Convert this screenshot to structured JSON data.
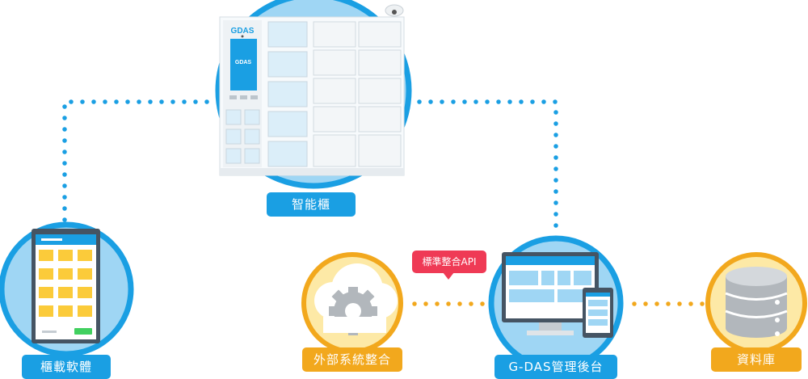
{
  "nodes": {
    "smart_locker": "智能櫃",
    "locker_software": "櫃載軟體",
    "external_integration": "外部系統整合",
    "backend": "G-DAS管理後台",
    "database": "資料庫"
  },
  "api_tag": "標準整合API",
  "logo_text": "GDAS",
  "colors": {
    "blue": "#1a9fe3",
    "blue_light": "#9fd6f4",
    "orange": "#f2a81d",
    "orange_light": "#fde9a6",
    "api_red": "#ef3a55"
  }
}
